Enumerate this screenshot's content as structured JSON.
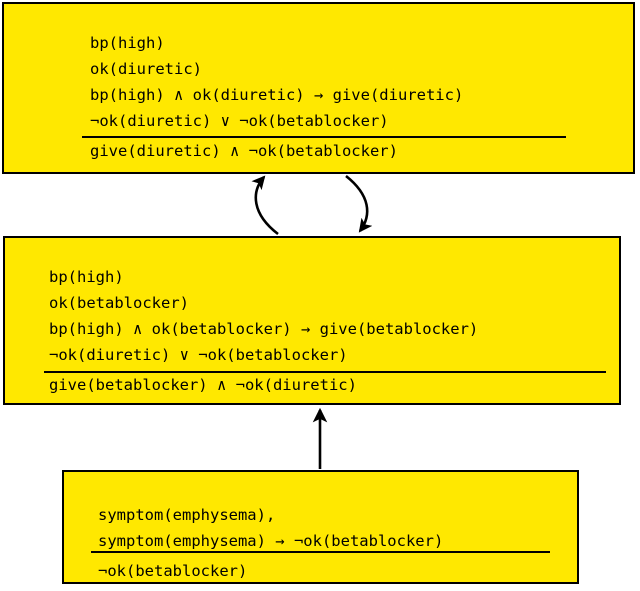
{
  "diagram": {
    "type": "inference-rule-flow",
    "colors": {
      "box_fill": "#ffe800",
      "box_border": "#000000",
      "text": "#000000",
      "background": "#ffffff",
      "arrow": "#000000"
    },
    "boxes": [
      {
        "id": "box-top",
        "name": "diuretic-argument-box",
        "premises": [
          "bp(high)",
          "ok(diuretic)",
          "bp(high) ∧ ok(diuretic) → give(diuretic)",
          "¬ok(diuretic) ∨ ¬ok(betablocker)"
        ],
        "conclusion": "give(diuretic) ∧ ¬ok(betablocker)"
      },
      {
        "id": "box-middle",
        "name": "betablocker-argument-box",
        "premises": [
          "bp(high)",
          "ok(betablocker)",
          "bp(high) ∧ ok(betablocker) → give(betablocker)",
          "¬ok(diuretic) ∨ ¬ok(betablocker)"
        ],
        "conclusion": "give(betablocker) ∧ ¬ok(diuretic)"
      },
      {
        "id": "box-bottom",
        "name": "emphysema-argument-box",
        "premises": [
          "symptom(emphysema),",
          "symptom(emphysema) → ¬ok(betablocker)"
        ],
        "conclusion": "¬ok(betablocker)"
      }
    ],
    "arrows": [
      {
        "id": "arrow-attack-up",
        "name": "attack-arrow-middle-to-top",
        "shape": "curved",
        "direction": "up"
      },
      {
        "id": "arrow-attack-down",
        "name": "attack-arrow-top-to-middle",
        "shape": "curved",
        "direction": "down"
      },
      {
        "id": "arrow-attack-bottom",
        "name": "attack-arrow-bottom-to-middle",
        "shape": "straight",
        "direction": "up"
      }
    ]
  }
}
